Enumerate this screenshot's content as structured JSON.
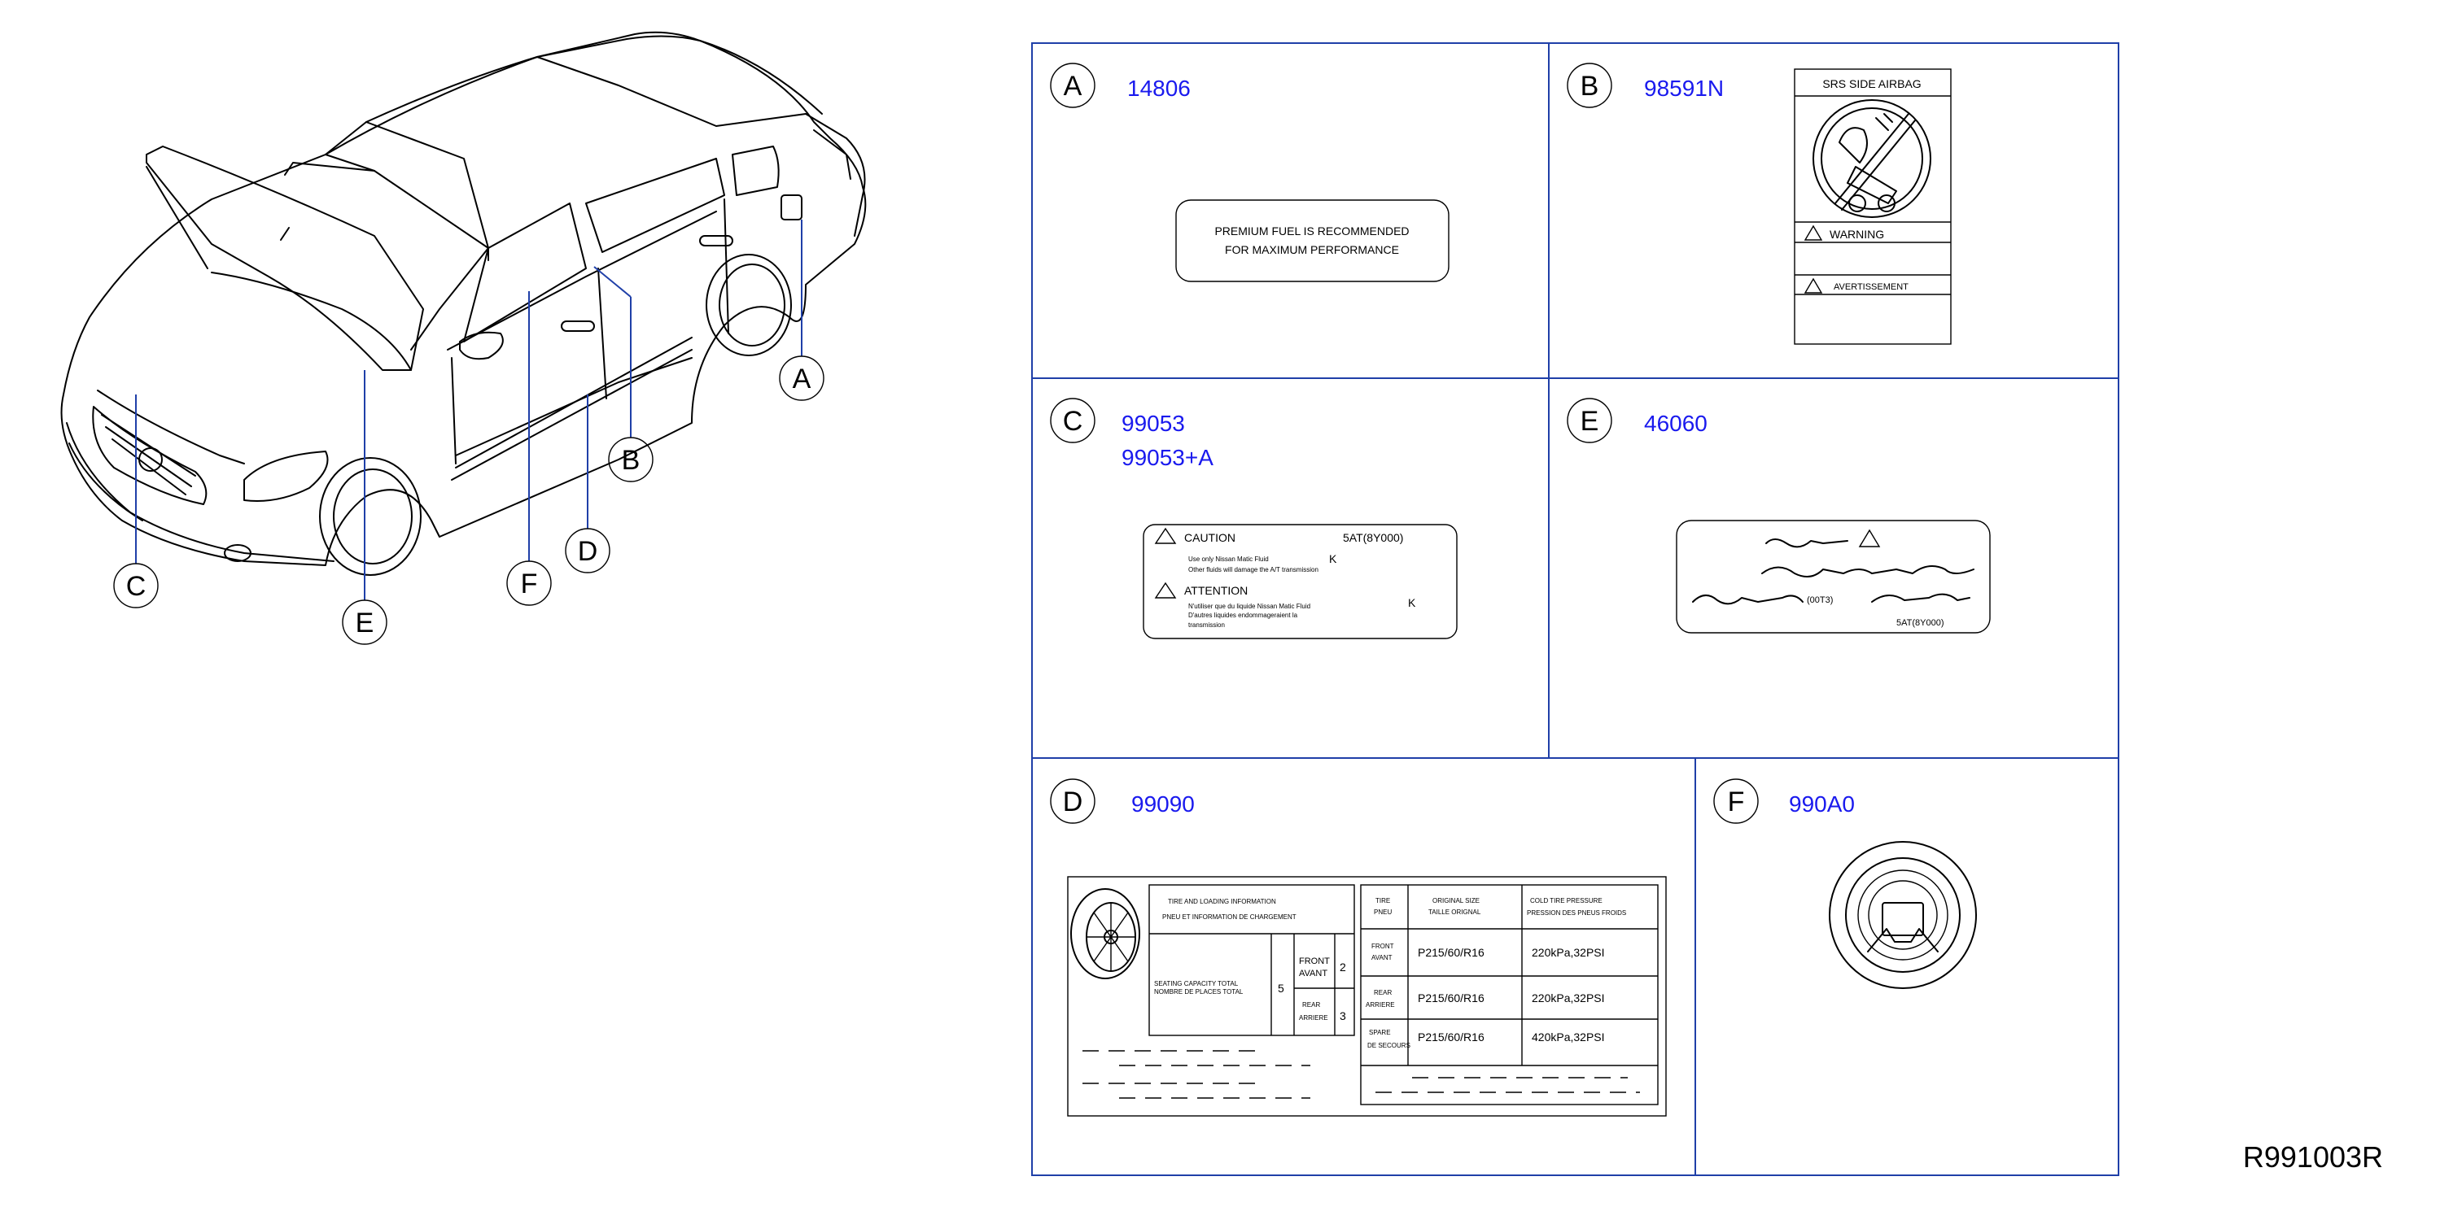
{
  "callouts": [
    "A",
    "B",
    "C",
    "D",
    "E",
    "F"
  ],
  "panels": {
    "A": {
      "part": "14806",
      "label_lines": [
        "PREMIUM   FUEL   IS   RECOMMENDED",
        "FOR   MAXIMUM   PERFORMANCE"
      ]
    },
    "B": {
      "part": "98591N",
      "header": "SRS    SIDE    AIRBAG",
      "warning": "WARNING",
      "avertissement": "AVERTISSEMENT"
    },
    "C": {
      "part1": "99053",
      "part2": "99053+A",
      "caution": "CAUTION",
      "code": "5AT(8Y000)",
      "caution_line1": "Use   only   Nissan   Matic   Fluid",
      "caution_k": "K",
      "caution_line2": "Other   fluids   will   damage   the   A/T   transmission",
      "attention": "ATTENTION",
      "attention_line1": "N'utiliser   que   du   liquide   Nissan   Matic   Fluid",
      "attention_k": "K",
      "attention_line2": "D'autres   liquides   endommageraient   la",
      "attention_line3": "transmission"
    },
    "E": {
      "part": "46060",
      "code_mid": "(00T3)",
      "code": "5AT(8Y000)"
    },
    "D": {
      "part": "99090",
      "info_head1": "TIRE    AND    LOADING    INFORMATION",
      "info_head2": "PNEU    ET    INFORMATION    DE    CHARGEMENT",
      "seating": "SEATING   CAPACITY   TOTAL",
      "nombre": "NOMBRE   DE   PLACES   TOTAL",
      "seats": "5",
      "front": "FRONT",
      "avant": "AVANT",
      "front_n": "2",
      "rear": "REAR",
      "arriere": "ARRIERE",
      "rear_n": "3",
      "tire": "TIRE",
      "pneu": "PNEU",
      "orig_size": "ORIGINAL    SIZE",
      "taille": "TAILLE    ORIGNAL",
      "cold": "COLD    TIRE    PRESSURE",
      "pression": "PRESSION    DES    PNEUS    FROIDS",
      "row_front_1": "FRONT",
      "row_front_2": "AVANT",
      "front_size": "P215/60/R16",
      "front_psi": "220kPa,32PSI",
      "row_rear_1": "REAR",
      "row_rear_2": "ARRIERE",
      "rear_size": "P215/60/R16",
      "rear_psi": "220kPa,32PSI",
      "row_spare_1": "SPARE",
      "row_spare_2": "DE   SECOURS",
      "spare_size": "P215/60/R16",
      "spare_psi": "420kPa,32PSI"
    },
    "F": {
      "part": "990A0"
    }
  },
  "diagram_ref": "R991003R"
}
